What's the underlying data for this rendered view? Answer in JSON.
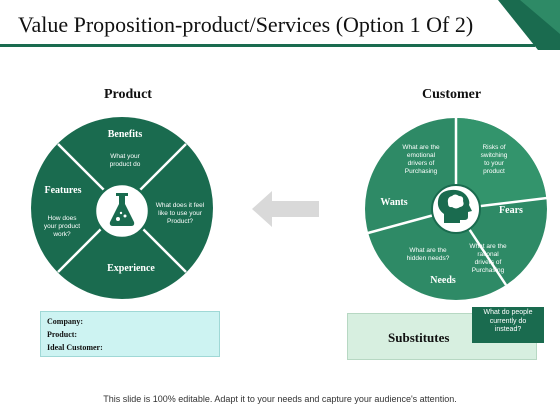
{
  "slide": {
    "title": "Value Proposition-product/Services (Option 1 Of 2)",
    "footer": "This slide is 100% editable. Adapt it to your needs and capture your audience's attention."
  },
  "colors": {
    "primary": "#1a6b4f",
    "light_box": "#cdf3f2",
    "substitutes_box": "#d7efe0",
    "arrow": "#d9d9d9"
  },
  "product": {
    "heading": "Product",
    "benefits": {
      "label": "Benefits",
      "text": [
        "What your",
        "product do"
      ]
    },
    "features": {
      "label": "Features",
      "text": [
        "How does",
        "your product",
        "work?"
      ]
    },
    "right": {
      "text": [
        "What does it feel",
        "like to use your",
        "Product?"
      ]
    },
    "experience": {
      "label": "Experience"
    },
    "center_icon": "flask-icon",
    "info": {
      "company": "Company:",
      "product": "Product:",
      "ideal_customer": "Ideal Customer:"
    }
  },
  "customer": {
    "heading": "Customer",
    "top_left": {
      "text": [
        "What are the",
        "emotional",
        "drivers of",
        "Purchasing"
      ]
    },
    "top_right": {
      "text": [
        "Risks of",
        "switching",
        "to your",
        "product"
      ]
    },
    "wants": {
      "label": "Wants"
    },
    "fears": {
      "label": "Fears"
    },
    "bottom_left": {
      "text": [
        "What are the",
        "hidden needs?"
      ]
    },
    "bottom_right": {
      "text": [
        "What are the",
        "rational",
        "drivers of",
        "Purchasing"
      ]
    },
    "needs": {
      "label": "Needs"
    },
    "center_icon": "head-brain-icon"
  },
  "substitutes": {
    "label": "Substitutes",
    "tip": [
      "What do people",
      "currently do",
      "instead?"
    ]
  },
  "arrow_icon": "left-arrow-icon"
}
